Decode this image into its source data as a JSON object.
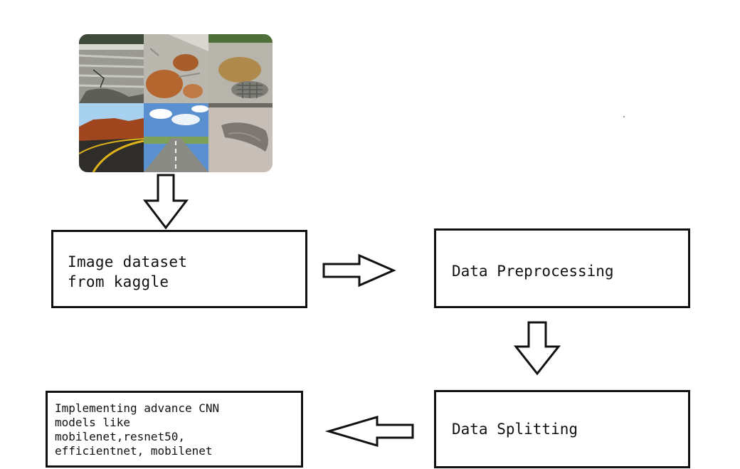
{
  "mosaic": {
    "tiles": [
      "worn-road-cracks-photo",
      "muddy-potholes-photo",
      "flooded-road-manhole-photo",
      "desert-highway-photo",
      "straight-road-sky-photo",
      "pothole-pavement-photo"
    ]
  },
  "nodes": {
    "dataset": "Image dataset\nfrom kaggle",
    "preprocessing": "Data Preprocessing",
    "splitting": "Data Splitting",
    "models": "Implementing advance CNN\nmodels like\nmobilenet,resnet50,\nefficientnet, mobilenet"
  },
  "icons": {
    "arrow_1": "down-arrow-icon",
    "arrow_2": "right-arrow-icon",
    "arrow_3": "down-arrow-icon",
    "arrow_4": "left-arrow-icon"
  },
  "colors": {
    "stroke": "#111111",
    "background": "#ffffff"
  }
}
